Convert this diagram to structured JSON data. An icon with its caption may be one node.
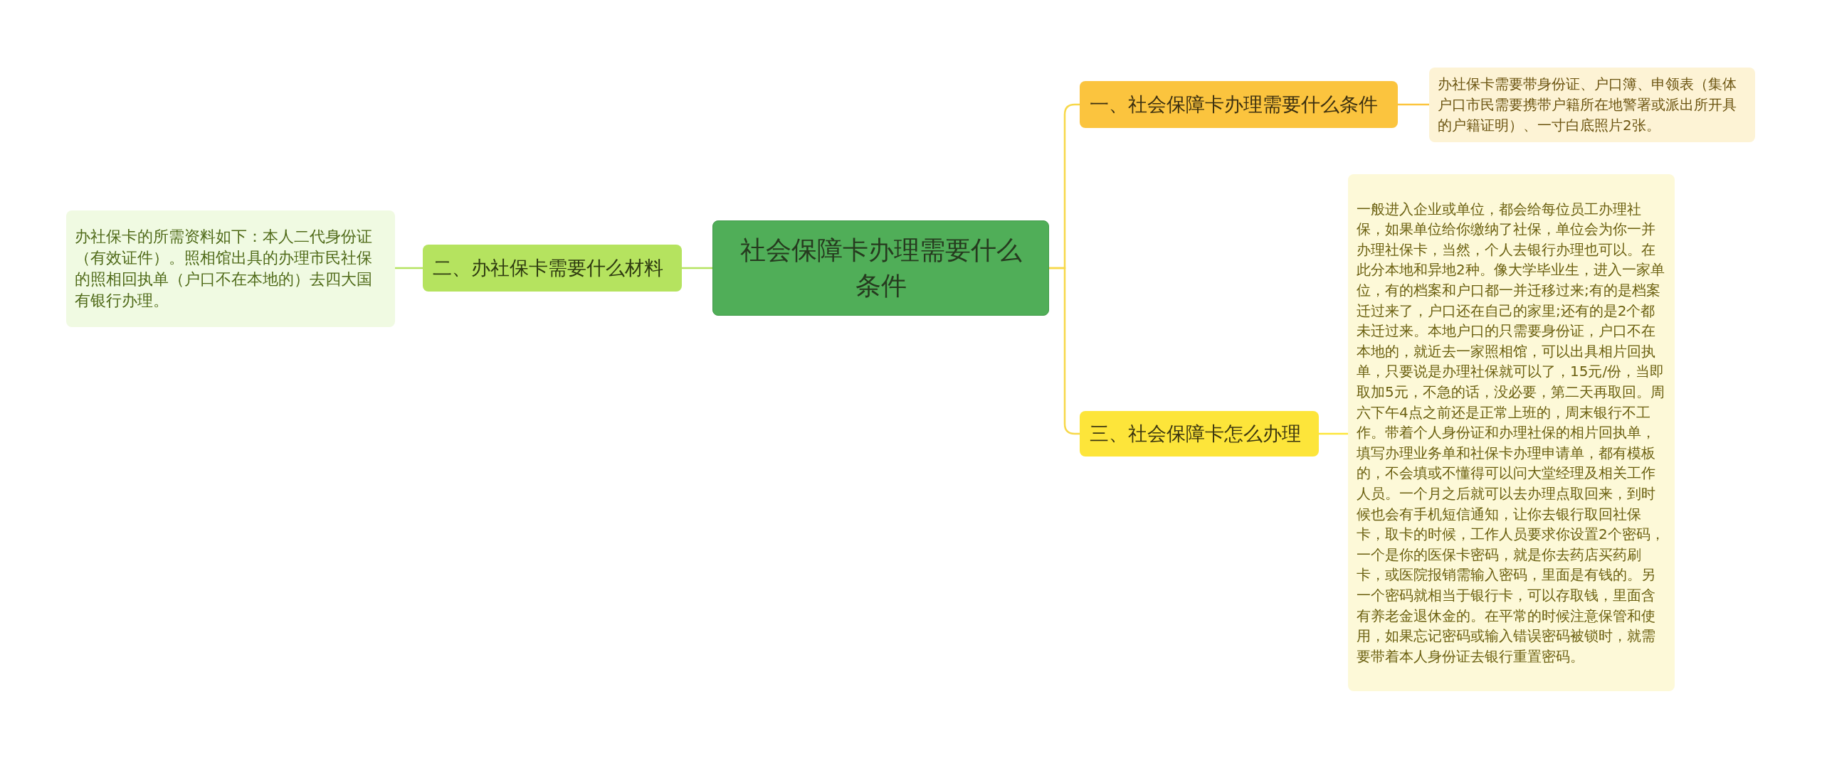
{
  "diagram": {
    "nodes": [
      {
        "text": [
          "社会保障卡办理需要什么条件"
        ]
      },
      {
        "text": [
          "一、社会保障卡办理需要什么条件"
        ]
      },
      {
        "text": [
          "办社保卡需要带身份证、户口簿、申领表（集体户口市民需要携带户籍所在地警署或派出所开具的户籍证明）、一寸白底照片2张。"
        ]
      },
      {
        "text": [
          "二、办社保卡需要什么材料"
        ]
      },
      {
        "text": [
          "办社保卡的所需资料如下：本人二代身份证（有效证件）。照相馆出具的办理市民社保的照相回执单（户口不在本地的）去四大国有银行办理。"
        ]
      },
      {
        "text": [
          "三、社会保障卡怎么办理"
        ]
      },
      {
        "text": [
          "一般进入企业或单位，都会给每位员工办理社保，如果单位给你缴纳了社保，单位会为你一并办理社保卡，当然，个人去银行办理也可以。在此分本地和异地2种。像大学毕业生，进入一家单位，有的档案和户口都一并迁移过来;有的是档案迁过来了，户口还在自己的家里;还有的是2个都未迁过来。本地户口的只需要身份证，户口不在本地的，就近去一家照相馆，可以出具相片回执单，只要说是办理社保就可以了，15元/份，当即取加5元，不急的话，没必要，第二天再取回。周六下午4点之前还是正常上班的，周末银行不工作。带着个人身份证和办理社保的相片回执单，填写办理业务单和社保卡办理申请单，都有模板的，不会填或不懂得可以问大堂经理及相关工作人员。一个月之后就可以去办理点取回来，到时候也会有手机短信通知，让你去银行取回社保卡，取卡的时候，工作人员要求你设置2个密码，一个是你的医保卡密码，就是你去药店买药刷卡，或医院报销需输入密码，里面是有钱的。另一个密码就相当于银行卡，可以存取钱，里面含有养老金退休金的。在平常的时候注意保管和使用，如果忘记密码或输入错误密码被锁时，就需要带着本人身份证去银行重置密码。"
        ]
      }
    ],
    "edges": [
      {
        "from": 0,
        "to": 1,
        "arrow": "none",
        "color": "#f7d84a"
      },
      {
        "from": 1,
        "to": 2,
        "arrow": "none",
        "color": "#fcc53d"
      },
      {
        "from": 0,
        "to": 3,
        "arrow": "none",
        "color": "#b5e35f"
      },
      {
        "from": 3,
        "to": 4,
        "arrow": "none",
        "color": "#b5e35f"
      },
      {
        "from": 0,
        "to": 5,
        "arrow": "none",
        "color": "#f7d84a"
      },
      {
        "from": 5,
        "to": 6,
        "arrow": "none",
        "color": "#fde53a"
      }
    ]
  }
}
